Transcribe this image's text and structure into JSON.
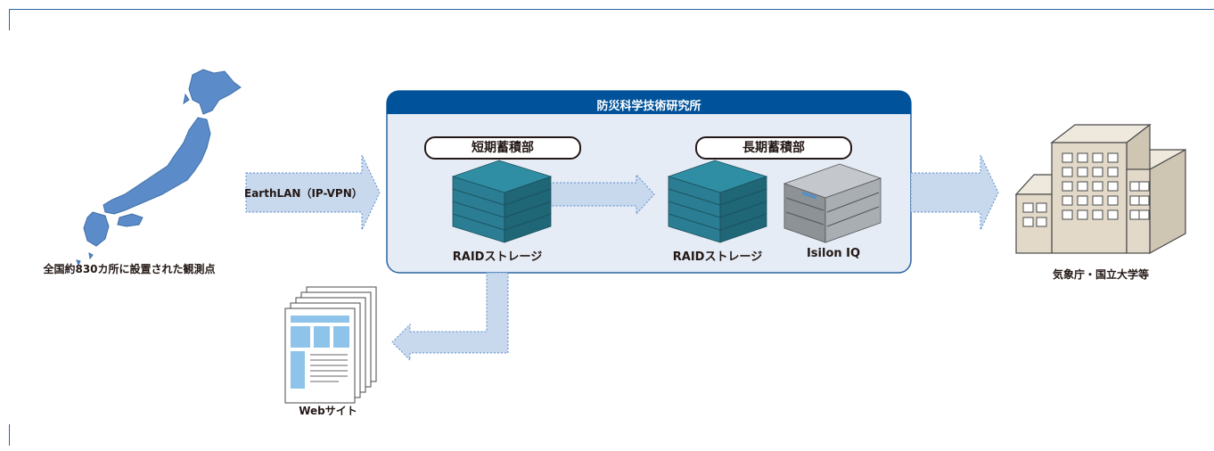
{
  "nodes": {
    "observation_points": "全国約830カ所に設置された観測点",
    "earthlan": "EarthLAN（IP-VPN）",
    "institute": "防災科学技術研究所",
    "short_term": "短期蓄積部",
    "long_term": "長期蓄積部",
    "raid_short": "RAIDストレージ",
    "raid_long": "RAIDストレージ",
    "isilon": "Isilon IQ",
    "agencies": "気象庁・国立大学等",
    "website": "Webサイト"
  },
  "colors": {
    "frame": "#2a64a0",
    "institute_header": "#00539b",
    "institute_body": "#e5ecf6",
    "arrow": "#c8d9ee",
    "japan_map": "#5b8bc9",
    "server": "#2f8ea3",
    "isilon": "#9ea3a8",
    "building": "#e2d9c9"
  }
}
